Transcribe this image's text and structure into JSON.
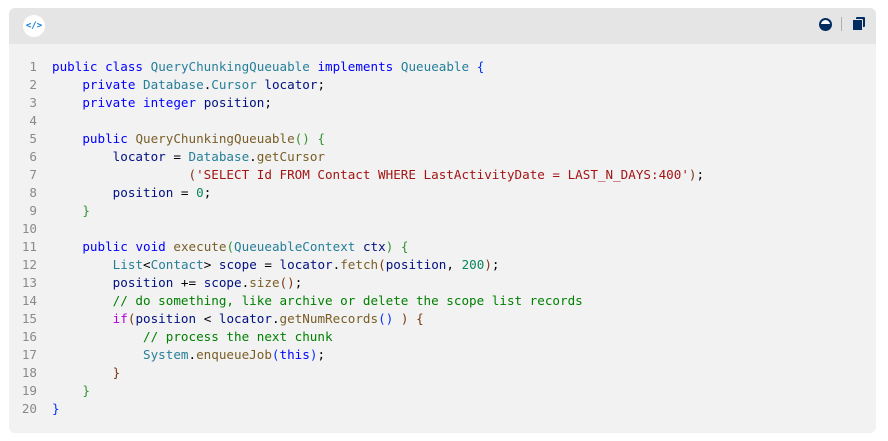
{
  "header": {
    "code_icon": "</>",
    "theme_toggle": "theme-toggle-icon",
    "copy": "copy-icon"
  },
  "lines": [
    [
      [
        "public",
        "kw"
      ],
      [
        " ",
        "p"
      ],
      [
        "class",
        "kw"
      ],
      [
        " ",
        "p"
      ],
      [
        "QueryChunkingQueuable",
        "ty"
      ],
      [
        " ",
        "p"
      ],
      [
        "implements",
        "kw"
      ],
      [
        " ",
        "p"
      ],
      [
        "Queueable",
        "ty"
      ],
      [
        " ",
        "p"
      ],
      [
        "{",
        "b1"
      ]
    ],
    [
      [
        "    ",
        "p"
      ],
      [
        "private",
        "kw"
      ],
      [
        " ",
        "p"
      ],
      [
        "Database",
        "ty"
      ],
      [
        ".",
        "p"
      ],
      [
        "Cursor",
        "ty"
      ],
      [
        " ",
        "p"
      ],
      [
        "locator",
        "id"
      ],
      [
        ";",
        "p"
      ]
    ],
    [
      [
        "    ",
        "p"
      ],
      [
        "private",
        "kw"
      ],
      [
        " ",
        "p"
      ],
      [
        "integer",
        "kw"
      ],
      [
        " ",
        "p"
      ],
      [
        "position",
        "id"
      ],
      [
        ";",
        "p"
      ]
    ],
    [],
    [
      [
        "    ",
        "p"
      ],
      [
        "public",
        "kw"
      ],
      [
        " ",
        "p"
      ],
      [
        "QueryChunkingQueuable",
        "fn"
      ],
      [
        "()",
        "b2"
      ],
      [
        " ",
        "p"
      ],
      [
        "{",
        "b2"
      ]
    ],
    [
      [
        "        ",
        "p"
      ],
      [
        "locator",
        "id"
      ],
      [
        " = ",
        "p"
      ],
      [
        "Database",
        "ty"
      ],
      [
        ".",
        "p"
      ],
      [
        "getCursor",
        "fn"
      ]
    ],
    [
      [
        "                  ",
        "p"
      ],
      [
        "(",
        "b3"
      ],
      [
        "'SELECT Id FROM Contact WHERE LastActivityDate = LAST_N_DAYS:400'",
        "st"
      ],
      [
        ")",
        "b3"
      ],
      [
        ";",
        "p"
      ]
    ],
    [
      [
        "        ",
        "p"
      ],
      [
        "position",
        "id"
      ],
      [
        " = ",
        "p"
      ],
      [
        "0",
        "nu"
      ],
      [
        ";",
        "p"
      ]
    ],
    [
      [
        "    ",
        "p"
      ],
      [
        "}",
        "b2"
      ]
    ],
    [],
    [
      [
        "    ",
        "p"
      ],
      [
        "public",
        "kw"
      ],
      [
        " ",
        "p"
      ],
      [
        "void",
        "kw"
      ],
      [
        " ",
        "p"
      ],
      [
        "execute",
        "fn"
      ],
      [
        "(",
        "b2"
      ],
      [
        "QueueableContext",
        "ty"
      ],
      [
        " ",
        "p"
      ],
      [
        "ctx",
        "id"
      ],
      [
        ")",
        "b2"
      ],
      [
        " ",
        "p"
      ],
      [
        "{",
        "b2"
      ]
    ],
    [
      [
        "        ",
        "p"
      ],
      [
        "List",
        "ty"
      ],
      [
        "<",
        "p"
      ],
      [
        "Contact",
        "ty"
      ],
      [
        "> ",
        "p"
      ],
      [
        "scope",
        "id"
      ],
      [
        " = ",
        "p"
      ],
      [
        "locator",
        "id"
      ],
      [
        ".",
        "p"
      ],
      [
        "fetch",
        "fn"
      ],
      [
        "(",
        "b3"
      ],
      [
        "position",
        "id"
      ],
      [
        ", ",
        "p"
      ],
      [
        "200",
        "nu"
      ],
      [
        ")",
        "b3"
      ],
      [
        ";",
        "p"
      ]
    ],
    [
      [
        "        ",
        "p"
      ],
      [
        "position",
        "id"
      ],
      [
        " += ",
        "p"
      ],
      [
        "scope",
        "id"
      ],
      [
        ".",
        "p"
      ],
      [
        "size",
        "fn"
      ],
      [
        "()",
        "b3"
      ],
      [
        ";",
        "p"
      ]
    ],
    [
      [
        "        ",
        "p"
      ],
      [
        "// do something, like archive or delete the scope list records",
        "cm"
      ]
    ],
    [
      [
        "        ",
        "p"
      ],
      [
        "if",
        "ctl"
      ],
      [
        "(",
        "b3"
      ],
      [
        "position",
        "id"
      ],
      [
        " < ",
        "p"
      ],
      [
        "locator",
        "id"
      ],
      [
        ".",
        "p"
      ],
      [
        "getNumRecords",
        "fn"
      ],
      [
        "()",
        "b1"
      ],
      [
        " ",
        "p"
      ],
      [
        ")",
        "b3"
      ],
      [
        " ",
        "p"
      ],
      [
        "{",
        "b3"
      ]
    ],
    [
      [
        "            ",
        "p"
      ],
      [
        "// process the next chunk",
        "cm"
      ]
    ],
    [
      [
        "            ",
        "p"
      ],
      [
        "System",
        "ty"
      ],
      [
        ".",
        "p"
      ],
      [
        "enqueueJob",
        "fn"
      ],
      [
        "(",
        "b1"
      ],
      [
        "this",
        "kw"
      ],
      [
        ")",
        "b1"
      ],
      [
        ";",
        "p"
      ]
    ],
    [
      [
        "        ",
        "p"
      ],
      [
        "}",
        "b3"
      ]
    ],
    [
      [
        "    ",
        "p"
      ],
      [
        "}",
        "b2"
      ]
    ],
    [
      [
        "}",
        "b1"
      ]
    ]
  ]
}
